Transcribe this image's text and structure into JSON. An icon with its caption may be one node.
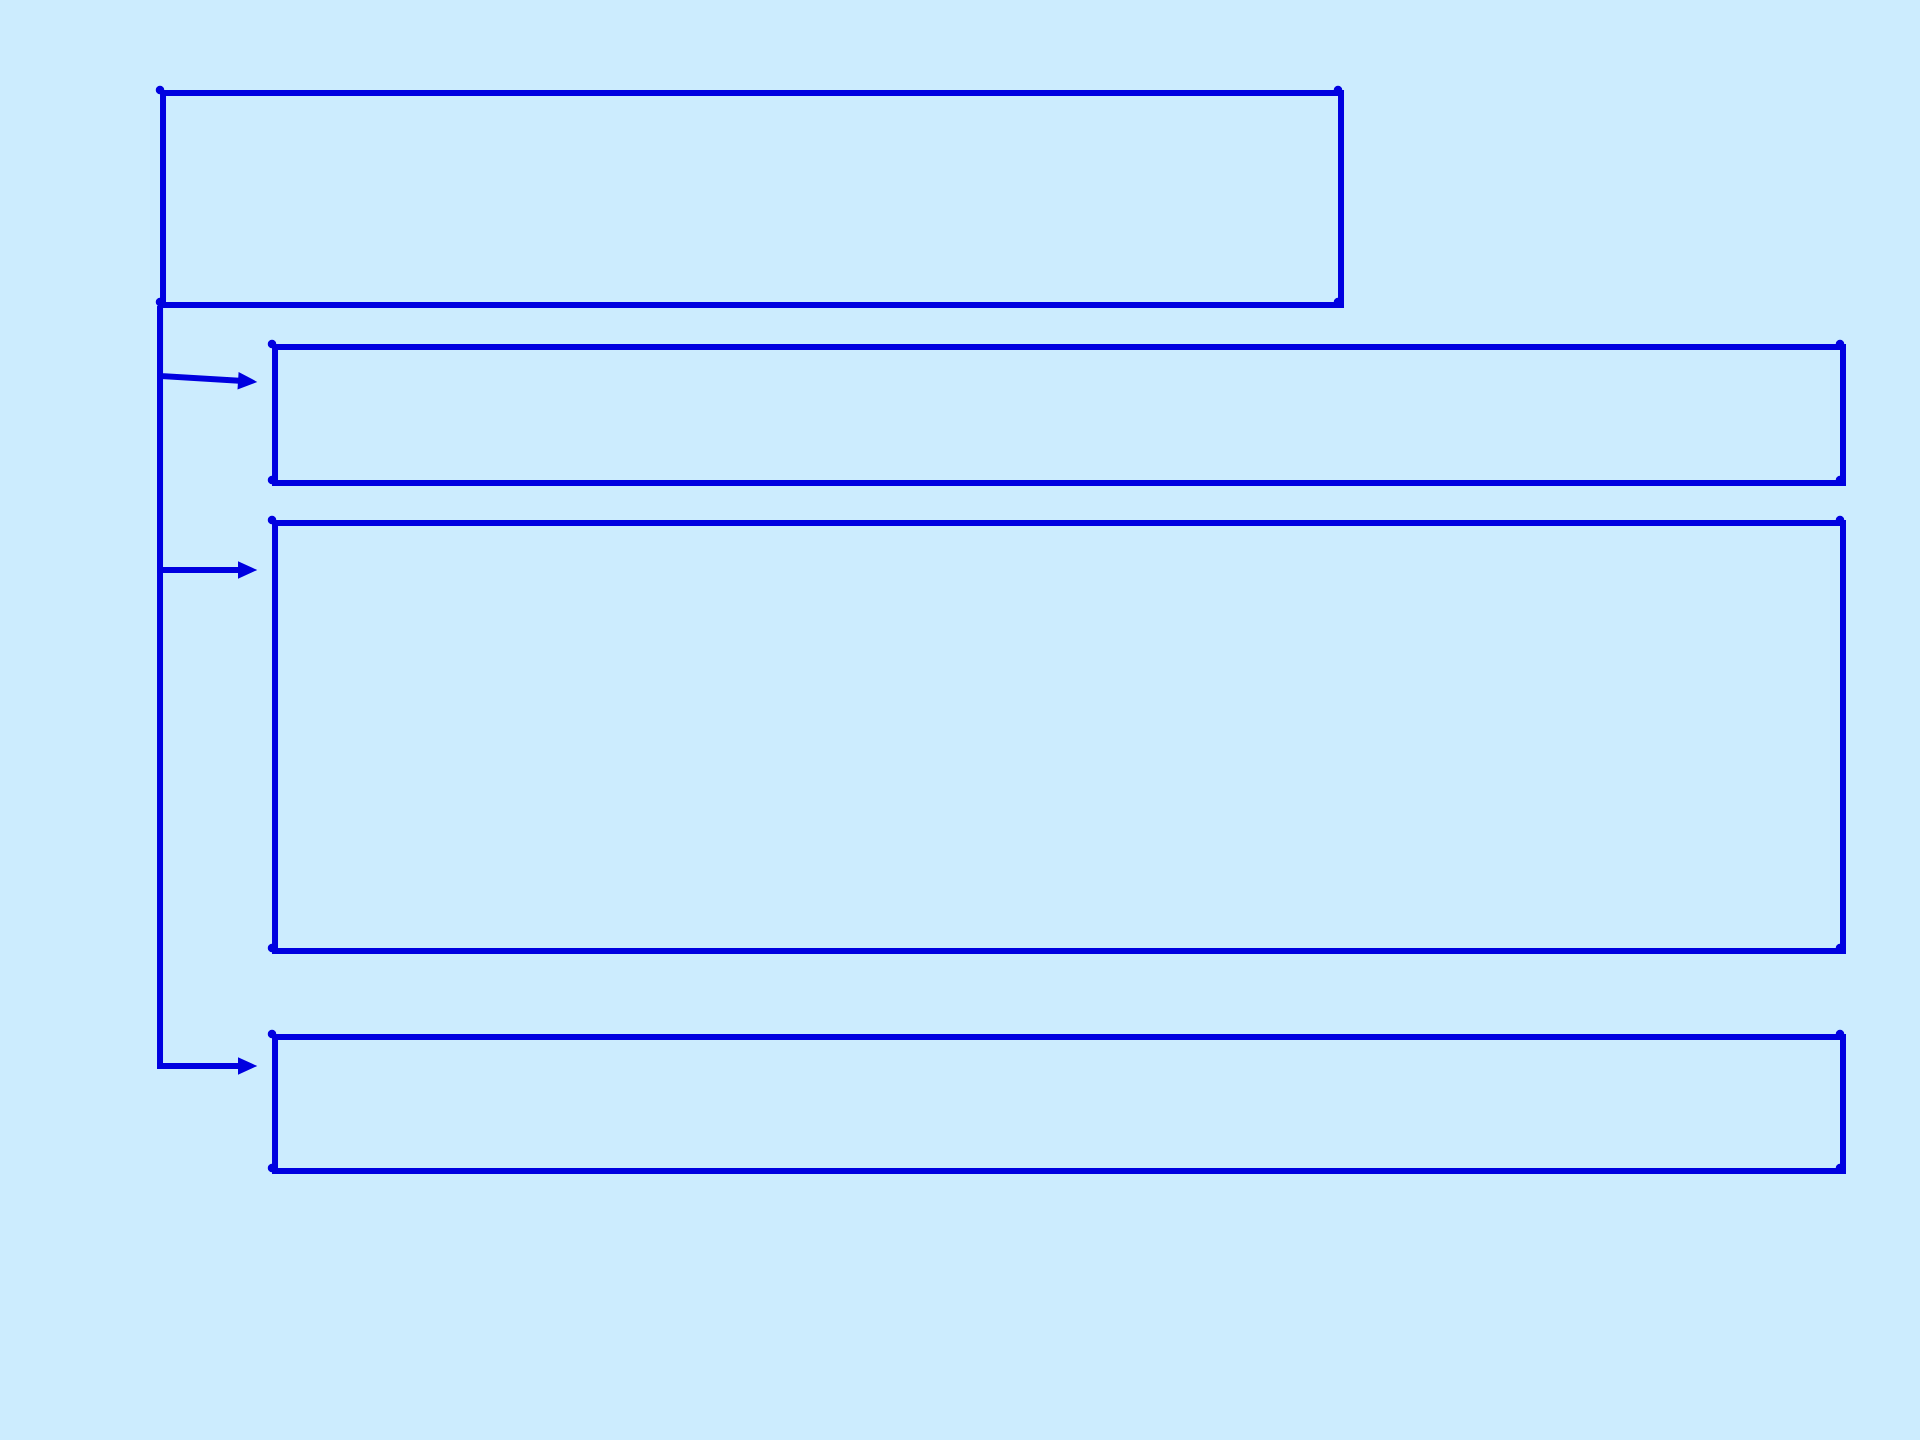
{
  "diagram": {
    "nodes": [
      {
        "text": [],
        "shape": "box"
      },
      {
        "text": [],
        "shape": "box"
      },
      {
        "text": [],
        "shape": "box"
      },
      {
        "text": [],
        "shape": "box"
      }
    ],
    "edges": [
      {
        "from": 0,
        "to": 1,
        "arrow": "to"
      },
      {
        "from": 0,
        "to": 2,
        "arrow": "to"
      },
      {
        "from": 0,
        "to": 3,
        "arrow": "to"
      }
    ]
  }
}
